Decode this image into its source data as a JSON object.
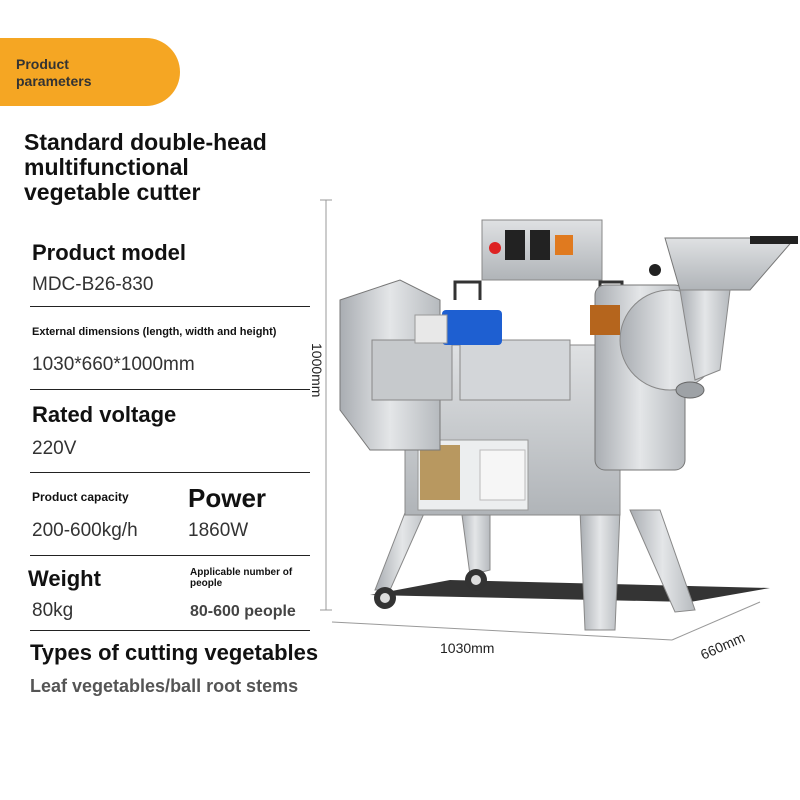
{
  "badge": {
    "line1": "Product",
    "line2": "parameters"
  },
  "title": {
    "line1": "Standard double-head",
    "line2": "multifunctional",
    "line3": "vegetable cutter"
  },
  "specs": {
    "model_label": "Product model",
    "model_value": "MDC-B26-830",
    "dimensions_label": "External dimensions (length, width and height)",
    "dimensions_value": "1030*660*1000mm",
    "voltage_label": "Rated voltage",
    "voltage_value": "220V",
    "capacity_label": "Product capacity",
    "capacity_value": "200-600kg/h",
    "power_label": "Power",
    "power_value": "1860W",
    "weight_label": "Weight",
    "weight_value": "80kg",
    "people_label_line1": "Applicable number of",
    "people_label_line2": "people",
    "people_value": "80-600 people",
    "types_label": "Types of cutting vegetables",
    "types_value": "Leaf vegetables/ball root stems"
  },
  "dimension_labels": {
    "height": "1000mm",
    "length": "1030mm",
    "width": "660mm"
  },
  "colors": {
    "accent": "#f5a623",
    "steel": "#c9ccd0",
    "blue_motor": "#1e5fd1"
  }
}
